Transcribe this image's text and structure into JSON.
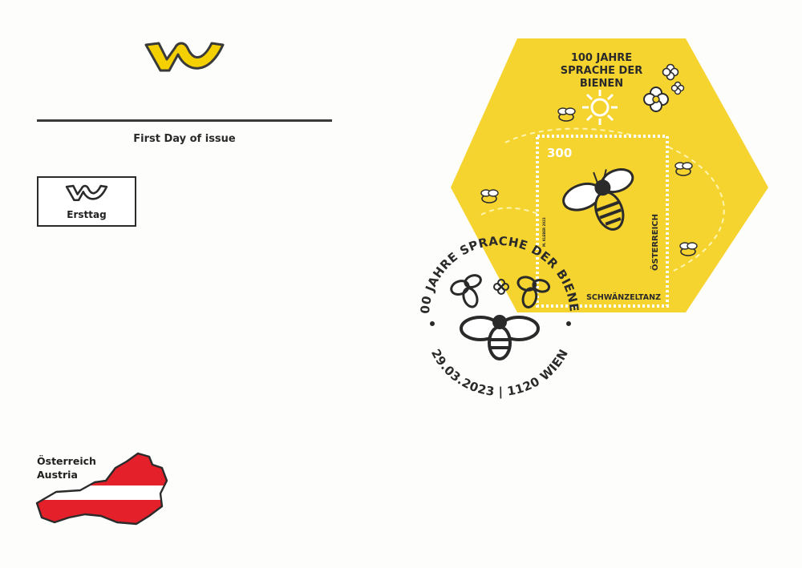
{
  "logo": {
    "icon": "posthorn-icon",
    "color": "#f5d000",
    "outline": "#3a3a3a"
  },
  "cover": {
    "fdi_label": "First Day of issue",
    "ersttag_label": "Ersttag",
    "country_de": "Österreich",
    "country_en": "Austria"
  },
  "flag": {
    "red": "#e4202a",
    "white": "#ffffff"
  },
  "stamp_sheet": {
    "title_line1": "100 JAHRE",
    "title_line2": "SPRACHE DER",
    "title_line3": "BIENEN",
    "value": "300",
    "country": "ÖSTERREICH",
    "dance": "SCHWÄNZELTANZ",
    "designer": "M. KLEBER 2023",
    "color": "#f6d430"
  },
  "postmark": {
    "ring_text": "100 JAHRE SPRACHE DER BIENEN",
    "date_place": "29.03.2023 | 1120 WIEN"
  }
}
